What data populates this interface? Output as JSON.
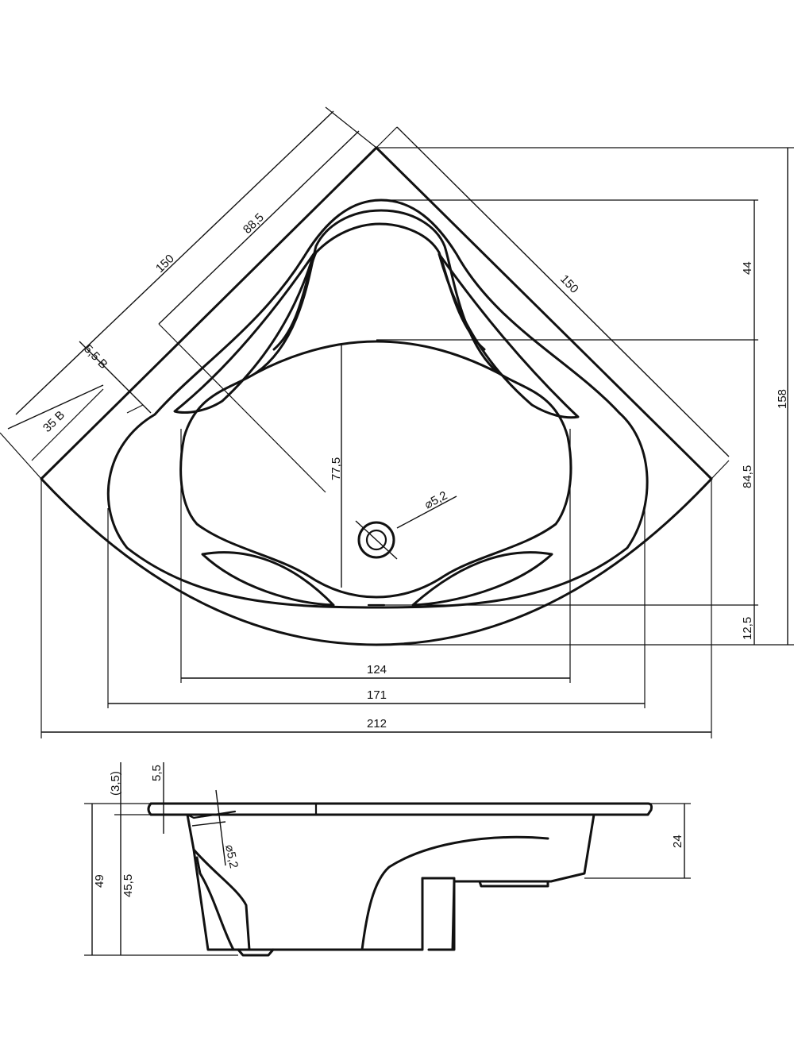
{
  "colors": {
    "line": "#111111",
    "background": "#ffffff"
  },
  "plan": {
    "side_left": "150",
    "side_right": "150",
    "inner_side": "88,5",
    "rim_left": "5,5 B",
    "rim_offset_left": "35 B",
    "seat_depth": "44",
    "total_depth": "158",
    "front_depth": "84,5",
    "apron_depth": "12,5",
    "basin_depth": "77,5",
    "drain_diameter": "⌀5,2",
    "width_inner": "124",
    "width_basin": "171",
    "width_total": "212"
  },
  "section": {
    "rim_top": "(3,5)",
    "rim_thickness": "5,5",
    "total_height": "49",
    "inner_height": "45,5",
    "drain_diameter": "⌀5,2",
    "step_height": "24"
  }
}
